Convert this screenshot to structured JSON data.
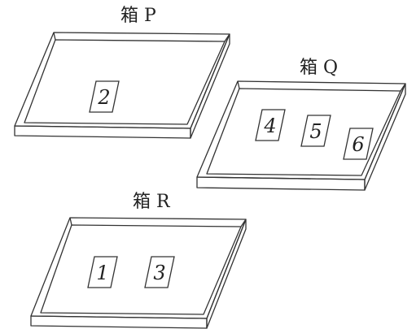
{
  "boxes": [
    {
      "id": "P",
      "label": "箱 P",
      "cards": [
        "2"
      ]
    },
    {
      "id": "Q",
      "label": "箱 Q",
      "cards": [
        "4",
        "5",
        "6"
      ]
    },
    {
      "id": "R",
      "label": "箱 R",
      "cards": [
        "1",
        "3"
      ]
    }
  ],
  "colors": {
    "line": "#333333",
    "background": "#ffffff"
  }
}
